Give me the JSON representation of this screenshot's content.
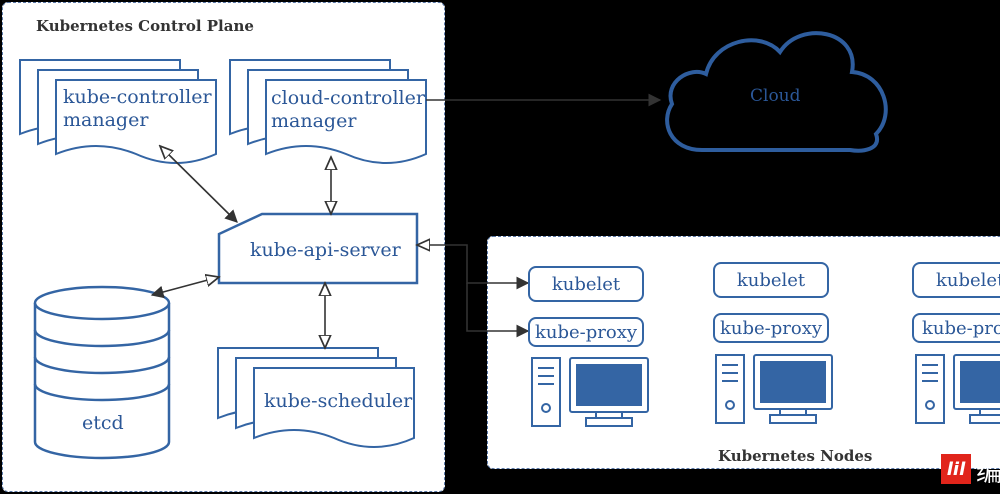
{
  "control_plane": {
    "title": "Kubernetes Control Plane",
    "kube_controller_manager": [
      "kube-controller",
      "manager"
    ],
    "cloud_controller_manager": [
      "cloud-controller",
      "manager"
    ],
    "api_server": "kube-api-server",
    "etcd": "etcd",
    "scheduler": "kube-scheduler"
  },
  "cloud": {
    "label": "Cloud"
  },
  "nodes": {
    "title": "Kubernetes Nodes",
    "kubelet": "kubelet",
    "kube_proxy": "kube-proxy"
  },
  "watermark": {
    "logo": "lil",
    "text": "编"
  },
  "colors": {
    "background": "#000000",
    "panel": "#ffffff",
    "accent": "#3465a4",
    "text": "#2b5797",
    "cloud_stroke": "#2e5d9e",
    "monitor_screen": "#3465a4",
    "logo": "#e1251b"
  }
}
